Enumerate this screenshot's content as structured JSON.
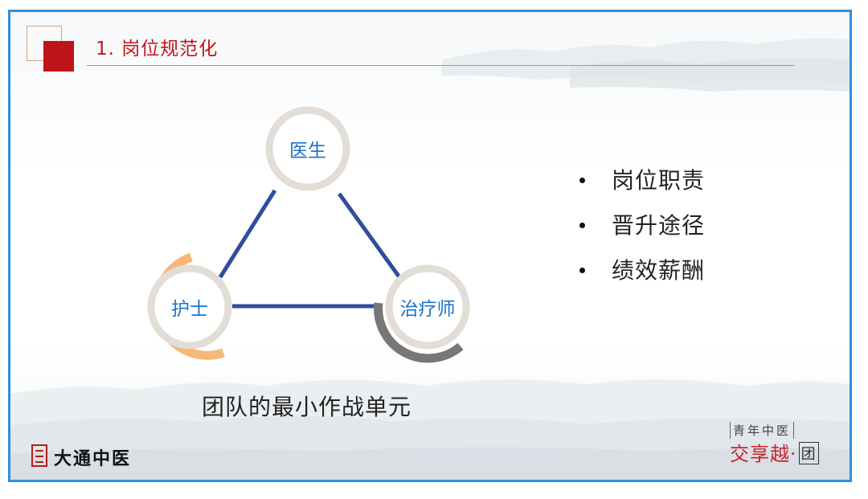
{
  "slide": {
    "title": "1. 岗位规范化",
    "caption": "团队的最小作战单元",
    "diagram": {
      "nodes": {
        "top": "医生",
        "left": "护士",
        "right": "治疗师"
      }
    },
    "bullets": [
      "岗位职责",
      "晋升途径",
      "绩效薪酬"
    ]
  },
  "branding": {
    "left_logo_text": "大通中医",
    "right_logo_top": "青年中医",
    "right_logo_bottom": "交享越·",
    "right_logo_box": "团"
  },
  "colors": {
    "accent_red": "#c0141b",
    "node_text_blue": "#1a73c9",
    "connector_blue": "#2f4f9c",
    "ring_orange": "#f6b77a",
    "ring_gray": "#777777",
    "border_blue": "#2f8fe0"
  }
}
